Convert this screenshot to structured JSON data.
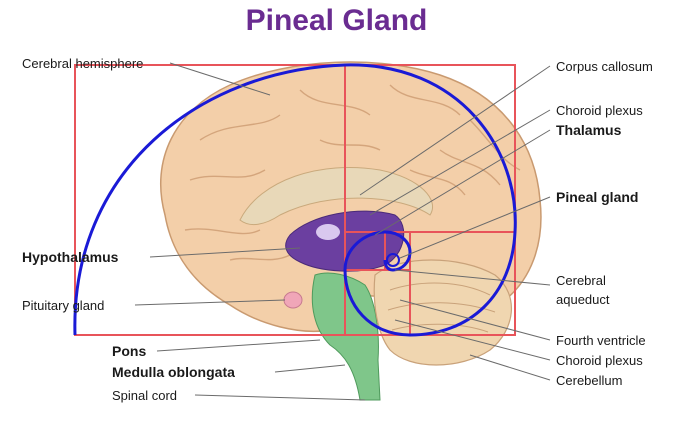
{
  "title": "Pineal Gland",
  "labels_left": {
    "cerebral_hemisphere": "Cerebral hemisphere",
    "hypothalamus": "Hypothalamus",
    "pituitary_gland": "Pituitary gland",
    "pons": "Pons",
    "medulla_oblongata": "Medulla oblongata",
    "spinal_cord": "Spinal cord"
  },
  "labels_right": {
    "corpus_callosum": "Corpus callosum",
    "choroid_plexus_upper": "Choroid plexus",
    "thalamus": "Thalamus",
    "pineal_gland": "Pineal gland",
    "cerebral": "Cerebral",
    "aqueduct": "aqueduct",
    "fourth_ventricle": "Fourth ventricle",
    "choroid_plexus_lower": "Choroid plexus",
    "cerebellum": "Cerebellum"
  },
  "colors": {
    "title": "#6a2c91",
    "golden_spiral": "#1a1ad6",
    "golden_rectangles": "#e8545a",
    "cerebrum": "#f3cfa9",
    "brainstem": "#7fc68a",
    "ventricles": "#6b3fa0",
    "cerebellum": "#f0d6b0"
  }
}
